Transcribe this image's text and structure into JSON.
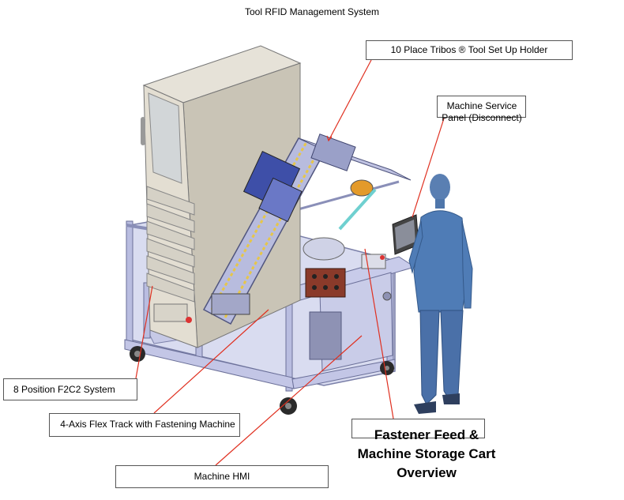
{
  "title": "Tool RFID Management System",
  "callouts": {
    "tribos": "10 Place Tribos ® Tool Set Up Holder",
    "service_panel": [
      "Machine",
      "Service Panel",
      "(Disconnect)"
    ],
    "f2c2": "8 Position F2C2 System",
    "flex_track": [
      "4-Axis Flex Track with Fastening",
      "Machine"
    ],
    "hmi": "Machine HMI",
    "fastener_feed": [
      "Fastener Feed",
      "& Machine",
      "Storage Cart",
      "Overview"
    ]
  },
  "colors": {
    "leader_line": "#e03020",
    "cart_frame": "#b9bde0",
    "cabinet": "#d4cfc4",
    "operator": "#4f7cb6"
  },
  "icons": [
    "tool-cabinet-icon",
    "cart-frame-icon",
    "flex-track-icon",
    "operator-figure-icon",
    "hmi-monitor-icon"
  ]
}
